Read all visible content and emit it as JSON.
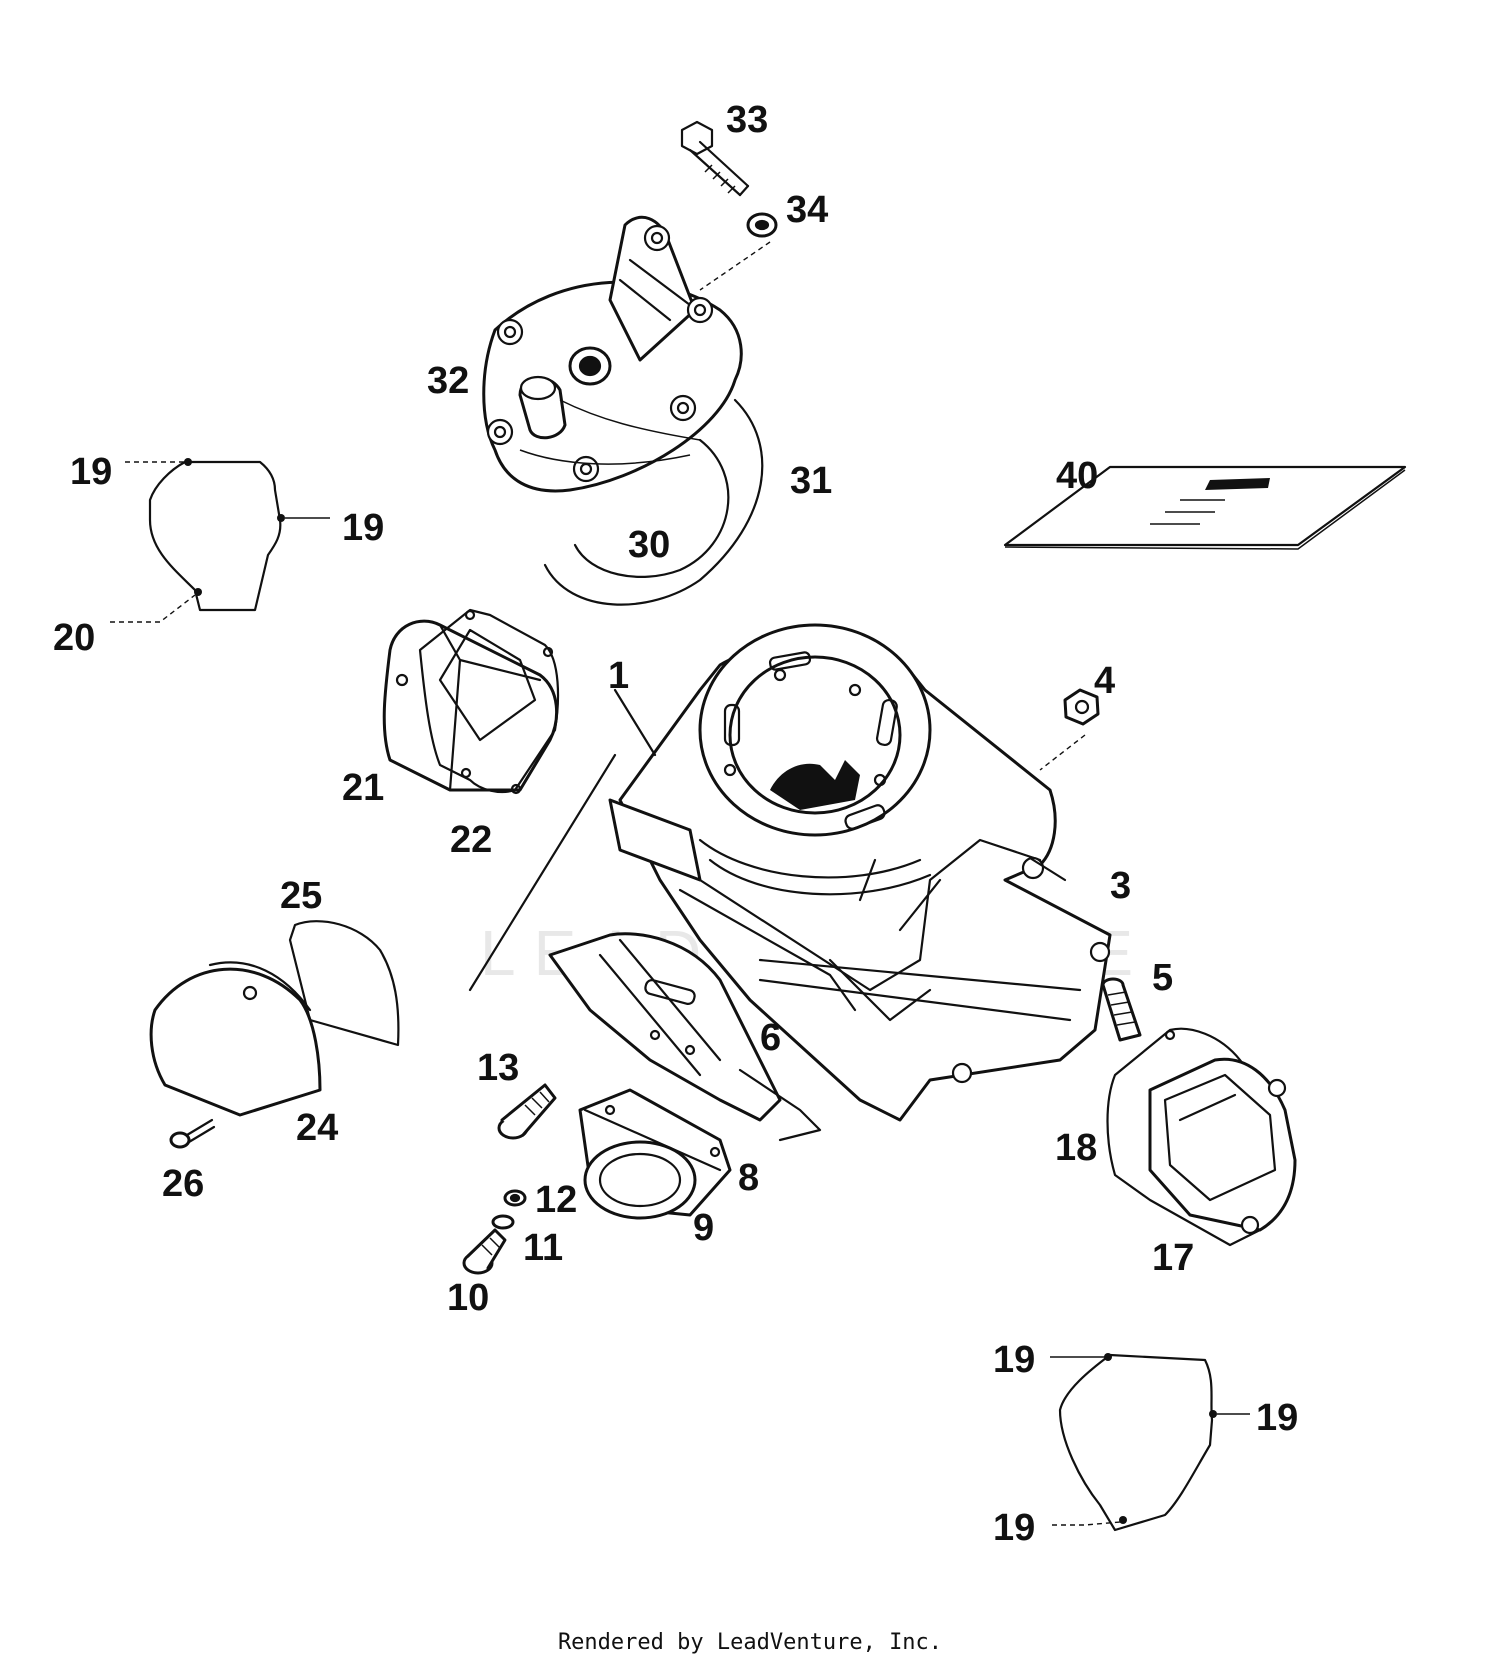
{
  "diagram": {
    "watermark": "LEADVENTURE",
    "callouts": [
      "1",
      "3",
      "4",
      "5",
      "6",
      "8",
      "9",
      "10",
      "11",
      "12",
      "13",
      "17",
      "18",
      "19",
      "19",
      "20",
      "21",
      "22",
      "24",
      "25",
      "26",
      "30",
      "31",
      "32",
      "33",
      "34",
      "40",
      "19",
      "19",
      "19"
    ]
  },
  "footer": "Rendered by LeadVenture, Inc."
}
